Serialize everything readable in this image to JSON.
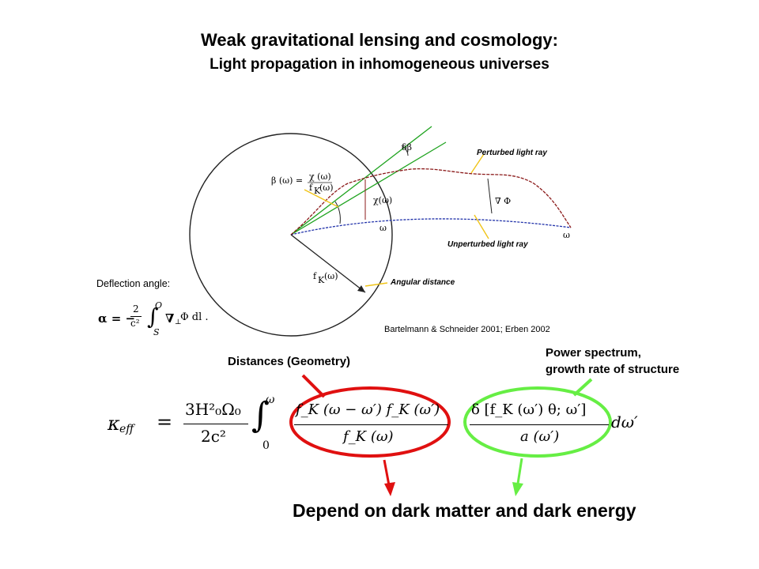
{
  "slide": {
    "title": "Weak gravitational lensing and cosmology:",
    "subtitle": "Light propagation in inhomogeneous universes"
  },
  "diagram": {
    "labels": {
      "perturbed": "Perturbed  light  ray",
      "unperturbed": "Unperturbed  light  ray",
      "angular": "Angular  distance",
      "delta_beta": "δβ",
      "grad_phi": "∇ Φ",
      "omega": "ω",
      "chi_omega": "χ(ω)",
      "fk_omega": "f",
      "fk_sub": "K",
      "fk_arg": "(ω)",
      "beta_eq": "β (ω) =",
      "frac_num": "χ (ω)",
      "frac_den": "f",
      "frac_den_sub": "K",
      "frac_den_arg": "(ω)"
    },
    "colors": {
      "tangent": "#1fa31f",
      "perturbed": "#8b1a1a",
      "unperturbed": "#2233aa",
      "callout": "#f0c419",
      "red": "#e01010",
      "green": "#66ee44"
    }
  },
  "deflection": {
    "label": "Deflection angle:",
    "alpha": "α = −",
    "frac_num": "2",
    "frac_den": "c²",
    "int_upper": "O",
    "int_lower": "S",
    "nabla": "∇",
    "perp": "⊥",
    "tail": "Φ dl ."
  },
  "citation": "Bartelmann & Schneider 2001;   Erben 2002",
  "annotations": {
    "distances": "Distances (Geometry)",
    "power_line1": "Power spectrum,",
    "power_line2": "growth rate of structure"
  },
  "equation": {
    "lhs": "κ",
    "lhs_sub": "eff",
    "eq": "=",
    "coef_num": "3H²₀Ω₀",
    "coef_den": "2c²",
    "int_upper": "ω",
    "int_lower": "0",
    "term1_num": "f_K (ω − ω′) f_K (ω′)",
    "term1_den": "f_K (ω)",
    "term2_num": "δ [f_K (ω′) θ; ω′]",
    "term2_den": "a (ω′)",
    "tail": "dω′"
  },
  "conclusion": "Depend on dark matter and dark energy"
}
